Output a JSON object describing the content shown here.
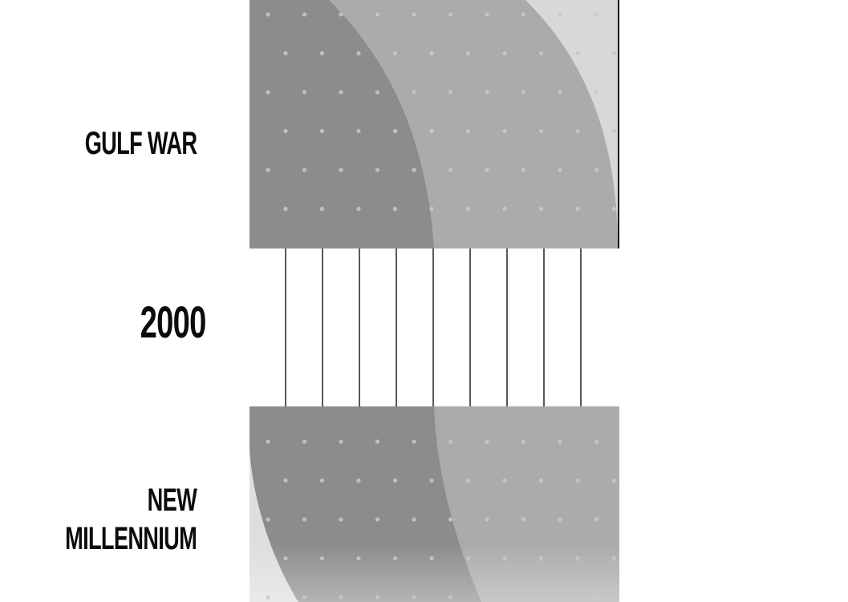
{
  "labels": {
    "gulf_war": "GULF WAR",
    "year": "2000",
    "new_millennium_line1": "NEW",
    "new_millennium_line2": "MILLENNIUM"
  },
  "colors": {
    "background": "#ffffff",
    "band_dark": "#8c8c8c",
    "band_mid": "#ababab",
    "band_light": "#d8d8d8",
    "dots": "#c9c9c9",
    "text": "#0c0c0c",
    "threads": "#111111"
  }
}
